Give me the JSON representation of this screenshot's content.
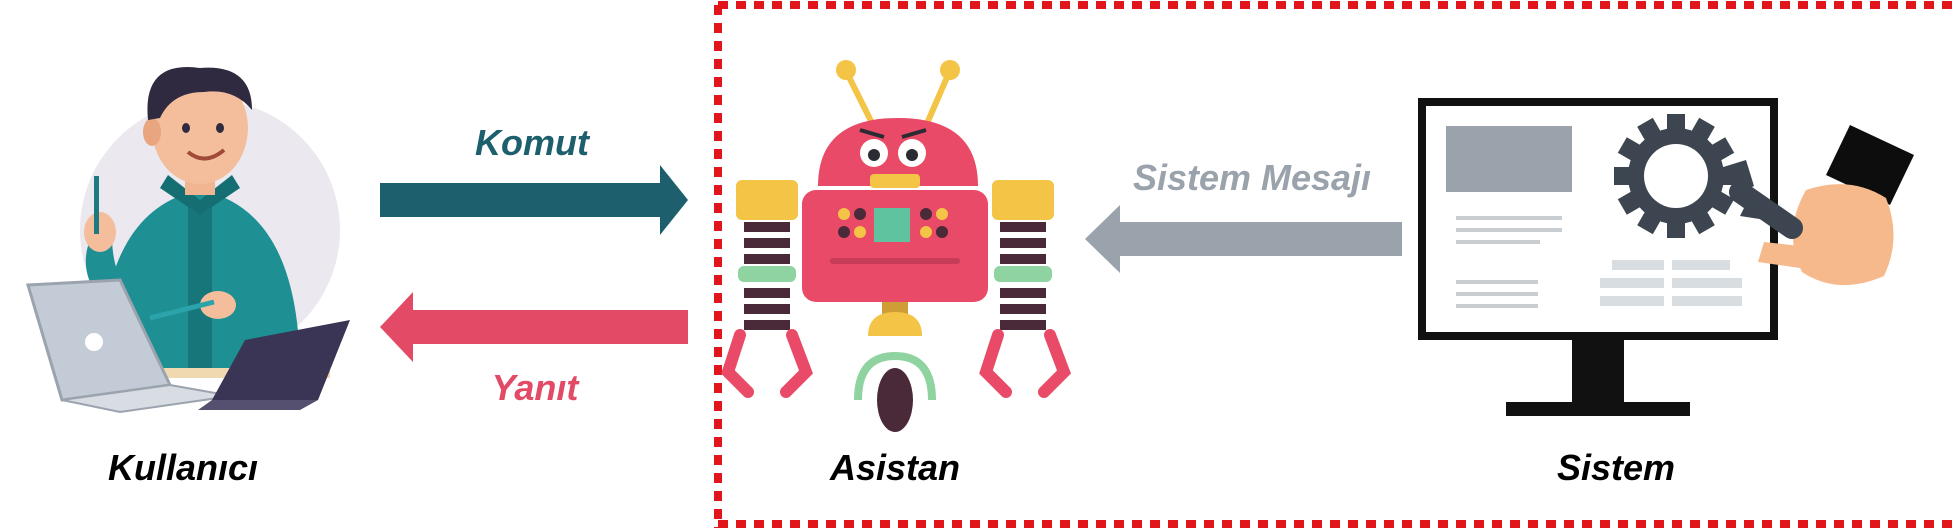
{
  "nodes": {
    "user": "Kullanıcı",
    "assistant": "Asistan",
    "system": "Sistem"
  },
  "edges": {
    "command": "Komut",
    "response": "Yanıt",
    "system_message": "Sistem Mesajı"
  },
  "colors": {
    "command": "#1e5f6e",
    "response": "#e24a66",
    "system_message": "#9aa3ab",
    "boundary": "#e0161b",
    "robot": "#e84a67"
  }
}
